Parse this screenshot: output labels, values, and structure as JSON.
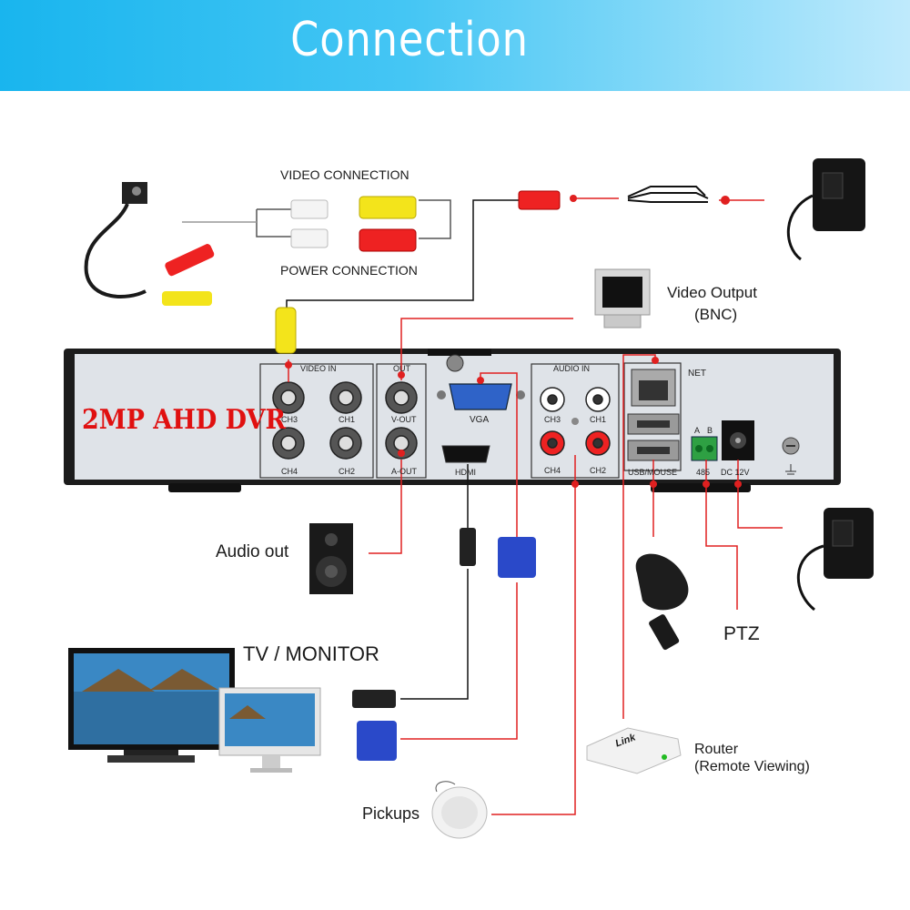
{
  "banner": {
    "title": "Connection"
  },
  "labels": {
    "video_connection": "VIDEO CONNECTION",
    "power_connection": "POWER CONNECTION",
    "video_output": "Video Output",
    "video_output_sub": "(BNC)",
    "dvr_name": "2MP AHD DVR",
    "audio_out": "Audio out",
    "tv_monitor": "TV / MONITOR",
    "ptz": "PTZ",
    "router": "Router",
    "router_sub": "(Remote Viewing)",
    "pickups": "Pickups",
    "router_brand": "Link"
  },
  "panel": {
    "video_in": "VIDEO IN",
    "out": "OUT",
    "audio_in": "AUDIO IN",
    "ch3": "CH3",
    "ch1": "CH1",
    "ch4": "CH4",
    "ch2": "CH2",
    "v_out": "V-OUT",
    "a_out": "A-OUT",
    "vga": "VGA",
    "hdmi": "HDMI",
    "net": "NET",
    "usb_mouse": "USB/MOUSE",
    "a": "A",
    "b": "B",
    "rs485": "485",
    "dc12v": "DC 12V"
  },
  "colors": {
    "wire_red": "#e02020",
    "wire_black": "#111111",
    "banner": "#19b5ee",
    "dvr_label": "#e01010"
  }
}
